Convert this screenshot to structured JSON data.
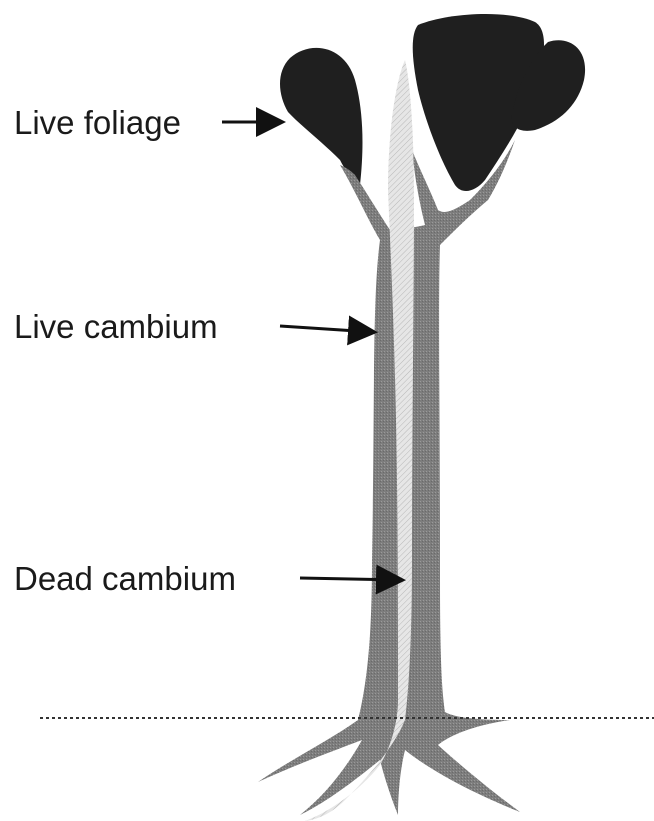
{
  "labels": {
    "live_foliage": "Live foliage",
    "live_cambium": "Live cambium",
    "dead_cambium": "Dead cambium"
  },
  "colors": {
    "foliage": "#1f1f1f",
    "live_cambium": "#7a7a7a",
    "dead_cambium": "#dcdcdc",
    "arrow": "#111111",
    "ground_line": "#333333"
  },
  "icons": {
    "arrow": "arrow-right-icon"
  }
}
